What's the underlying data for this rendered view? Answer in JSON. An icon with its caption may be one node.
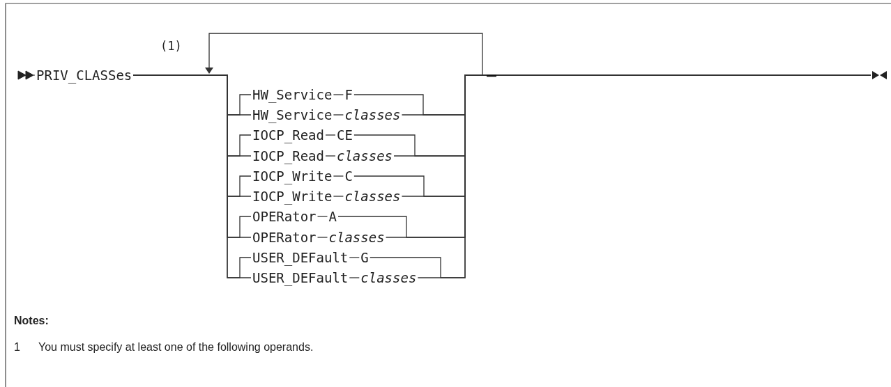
{
  "diagram": {
    "nodes": [
      {
        "text": [
          "PRIV_CLASSes"
        ]
      },
      {
        "text": [
          "HW_Service"
        ]
      },
      {
        "text": [
          "F"
        ]
      },
      {
        "text": [
          "HW_Service"
        ]
      },
      {
        "text": [
          "classes"
        ]
      },
      {
        "text": [
          "IOCP_Read"
        ]
      },
      {
        "text": [
          "CE"
        ]
      },
      {
        "text": [
          "IOCP_Read"
        ]
      },
      {
        "text": [
          "classes"
        ]
      },
      {
        "text": [
          "IOCP_Write"
        ]
      },
      {
        "text": [
          "C"
        ]
      },
      {
        "text": [
          "IOCP_Write"
        ]
      },
      {
        "text": [
          "classes"
        ]
      },
      {
        "text": [
          "OPERator"
        ]
      },
      {
        "text": [
          "A"
        ]
      },
      {
        "text": [
          "OPERator"
        ]
      },
      {
        "text": [
          "classes"
        ]
      },
      {
        "text": [
          "USER_DEFault"
        ]
      },
      {
        "text": [
          "G"
        ]
      },
      {
        "text": [
          "USER_DEFault"
        ]
      },
      {
        "text": [
          "classes"
        ]
      }
    ],
    "edges": [
      {
        "from": 0,
        "to": 1,
        "arrow": "none"
      },
      {
        "from": 0,
        "to": 3,
        "arrow": "none"
      },
      {
        "from": 0,
        "to": 5,
        "arrow": "none"
      },
      {
        "from": 0,
        "to": 7,
        "arrow": "none"
      },
      {
        "from": 0,
        "to": 9,
        "arrow": "none"
      },
      {
        "from": 0,
        "to": 11,
        "arrow": "none"
      },
      {
        "from": 0,
        "to": 13,
        "arrow": "none"
      },
      {
        "from": 0,
        "to": 15,
        "arrow": "none"
      },
      {
        "from": 0,
        "to": 17,
        "arrow": "none"
      },
      {
        "from": 0,
        "to": 19,
        "arrow": "none"
      },
      {
        "from": 1,
        "to": 2,
        "arrow": "none"
      },
      {
        "from": 3,
        "to": 4,
        "arrow": "none"
      },
      {
        "from": 5,
        "to": 6,
        "arrow": "none"
      },
      {
        "from": 7,
        "to": 8,
        "arrow": "none"
      },
      {
        "from": 9,
        "to": 10,
        "arrow": "none"
      },
      {
        "from": 11,
        "to": 12,
        "arrow": "none"
      },
      {
        "from": 13,
        "to": 14,
        "arrow": "none"
      },
      {
        "from": 15,
        "to": 16,
        "arrow": "none"
      },
      {
        "from": 17,
        "to": 18,
        "arrow": "none"
      },
      {
        "from": 19,
        "to": 20,
        "arrow": "none"
      },
      {
        "from": 2,
        "to": null,
        "arrow": "none"
      },
      {
        "from": 4,
        "to": null,
        "arrow": "none"
      },
      {
        "from": 6,
        "to": null,
        "arrow": "none"
      },
      {
        "from": 8,
        "to": null,
        "arrow": "none"
      },
      {
        "from": 10,
        "to": null,
        "arrow": "none"
      },
      {
        "from": 12,
        "to": null,
        "arrow": "none"
      },
      {
        "from": 14,
        "to": null,
        "arrow": "none"
      },
      {
        "from": 16,
        "to": null,
        "arrow": "none"
      },
      {
        "from": 18,
        "to": null,
        "arrow": "none"
      },
      {
        "from": 20,
        "to": null,
        "arrow": "none"
      }
    ],
    "labels": [
      "(1)",
      "Notes:",
      "1",
      "You must specify at least one of the following operands."
    ]
  }
}
